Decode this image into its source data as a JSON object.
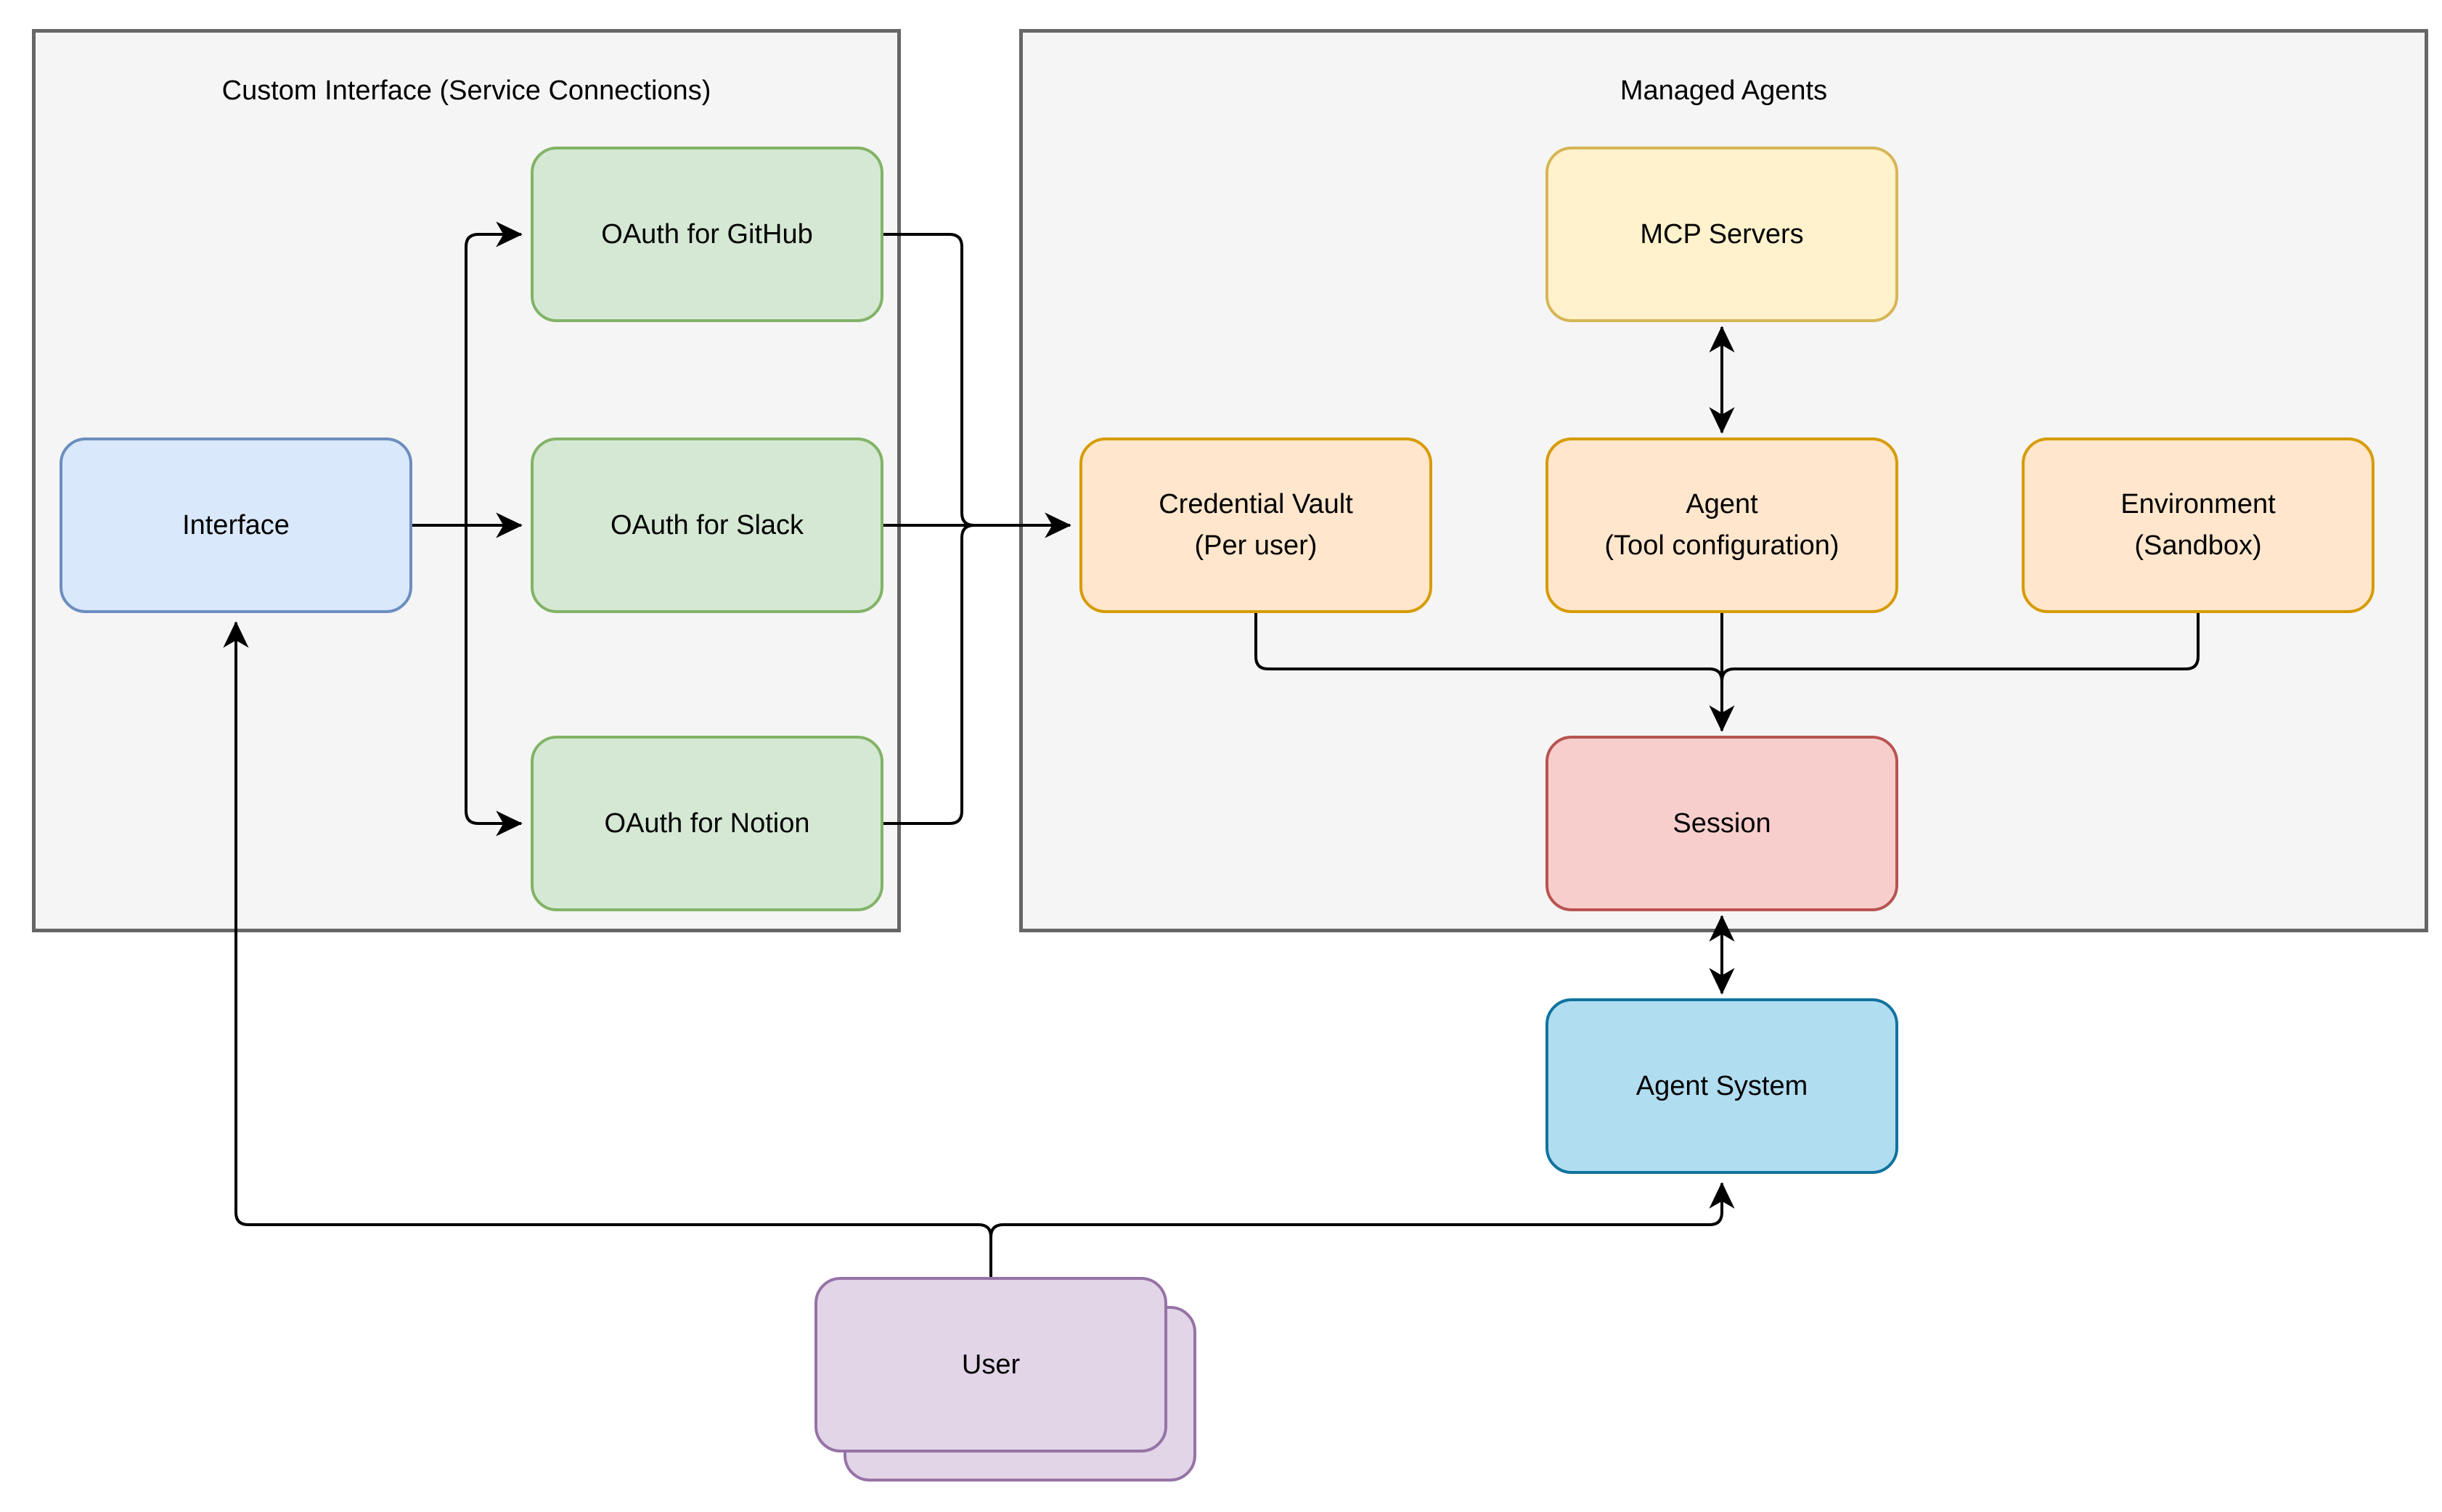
{
  "diagram": {
    "type": "architecture-flowchart",
    "background_color": "#ffffff",
    "container_fill": "#f5f5f5",
    "container_stroke": "#666666",
    "edge_color": "#000000",
    "containers": {
      "custom_interface": {
        "title": "Custom Interface (Service Connections)"
      },
      "managed_agents": {
        "title": "Managed Agents"
      }
    },
    "nodes": {
      "interface": {
        "label": "Interface",
        "fill": "#dae8fc",
        "stroke": "#6c8ebf"
      },
      "oauth_github": {
        "label": "OAuth for GitHub",
        "fill": "#d5e8d4",
        "stroke": "#82b366"
      },
      "oauth_slack": {
        "label": "OAuth for Slack",
        "fill": "#d5e8d4",
        "stroke": "#82b366"
      },
      "oauth_notion": {
        "label": "OAuth for Notion",
        "fill": "#d5e8d4",
        "stroke": "#82b366"
      },
      "mcp_servers": {
        "label": "MCP Servers",
        "fill": "#fff2cc",
        "stroke": "#d6b656"
      },
      "credential_vault": {
        "line1": "Credential Vault",
        "line2": "(Per user)",
        "fill": "#ffe6cc",
        "stroke": "#d79b00"
      },
      "agent": {
        "line1": "Agent",
        "line2": "(Tool configuration)",
        "fill": "#ffe6cc",
        "stroke": "#d79b00"
      },
      "environment": {
        "line1": "Environment",
        "line2": "(Sandbox)",
        "fill": "#ffe6cc",
        "stroke": "#d79b00"
      },
      "session": {
        "label": "Session",
        "fill": "#f8cecc",
        "stroke": "#b85450"
      },
      "agent_system": {
        "label": "Agent System",
        "fill": "#b1ddf0",
        "stroke": "#10739e"
      },
      "user": {
        "label": "User",
        "stacked": true,
        "fill": "#e1d5e7",
        "stroke": "#9673a6"
      }
    },
    "edges": [
      {
        "from": "interface",
        "to": "oauth_github",
        "style": "arrow"
      },
      {
        "from": "interface",
        "to": "oauth_slack",
        "style": "arrow"
      },
      {
        "from": "interface",
        "to": "oauth_notion",
        "style": "arrow"
      },
      {
        "from": "oauth_github",
        "to": "credential_vault",
        "style": "arrow-merged"
      },
      {
        "from": "oauth_slack",
        "to": "credential_vault",
        "style": "arrow"
      },
      {
        "from": "oauth_notion",
        "to": "credential_vault",
        "style": "arrow-merged"
      },
      {
        "from": "mcp_servers",
        "to": "agent",
        "style": "double-arrow"
      },
      {
        "from": "credential_vault",
        "to": "session",
        "style": "arrow-merged"
      },
      {
        "from": "agent",
        "to": "session",
        "style": "arrow"
      },
      {
        "from": "environment",
        "to": "session",
        "style": "arrow-merged"
      },
      {
        "from": "session",
        "to": "agent_system",
        "style": "double-arrow"
      },
      {
        "from": "user",
        "to": "interface",
        "style": "arrow"
      },
      {
        "from": "user",
        "to": "agent_system",
        "style": "arrow"
      }
    ]
  }
}
